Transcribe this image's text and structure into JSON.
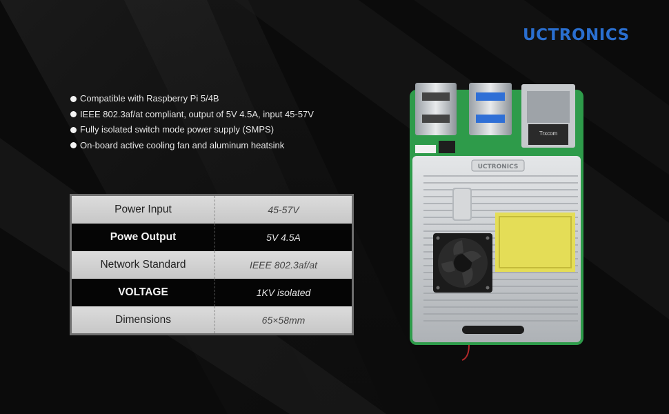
{
  "brand": "UCTRONICS",
  "features": [
    "Compatible with Raspberry Pi 5/4B",
    "IEEE 802.3af/at compliant, output of 5V 4.5A, input 45-57V",
    "Fully isolated switch mode power supply (SMPS)",
    "On-board active cooling fan and aluminum heatsink"
  ],
  "specs": [
    {
      "label": "Power Input",
      "value": "45-57V"
    },
    {
      "label": "Powe Output",
      "value": "5V 4.5A"
    },
    {
      "label": "Network Standard",
      "value": "IEEE 802.3af/at"
    },
    {
      "label": "VOLTAGE",
      "value": "1KV isolated"
    },
    {
      "label": "Dimensions",
      "value": "65×58mm"
    }
  ],
  "board": {
    "heatsink_logo": "UCTRONICS",
    "ethernet_jack_text": "Trxcom"
  },
  "colors": {
    "background": "#0b0b0b",
    "brand": "#2a6fd0",
    "pcb": "#2e9b4a",
    "heatsink": "#c9ccd0",
    "transformer": "#e4dd57"
  }
}
